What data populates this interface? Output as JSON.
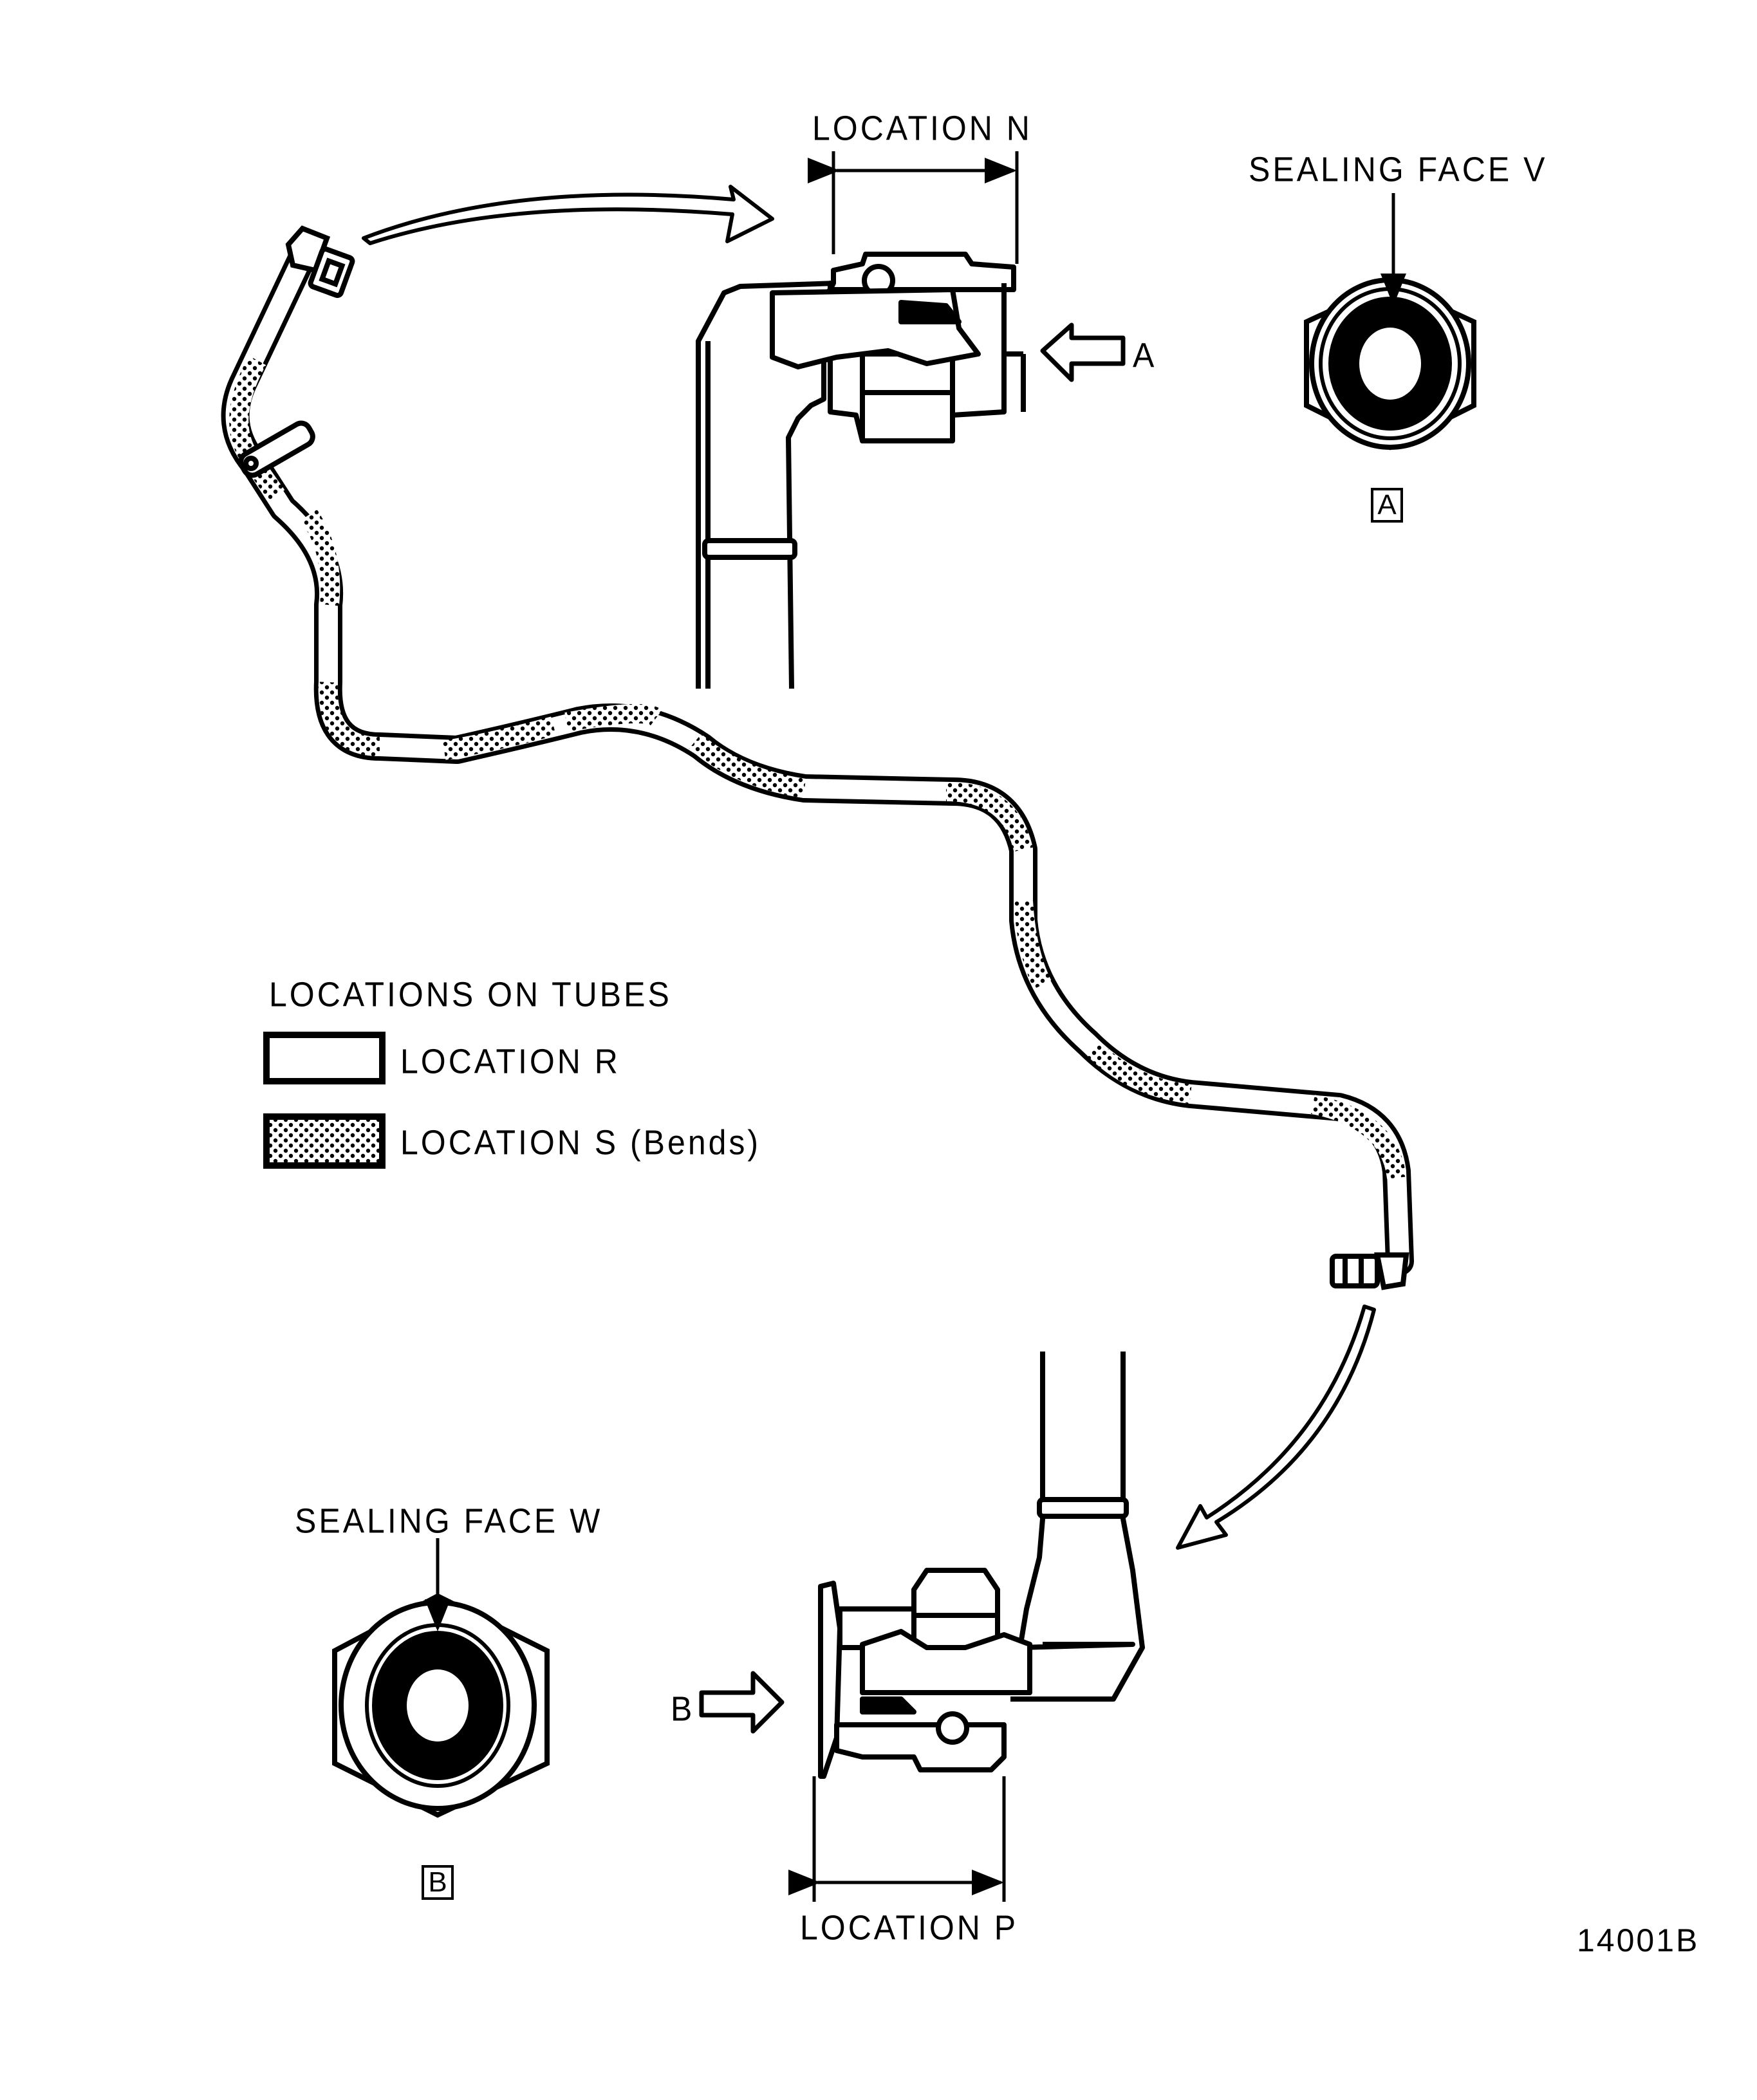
{
  "figure": {
    "id": "14001B",
    "ink_color": "#000000",
    "paper_color": "#ffffff"
  },
  "top_fitting": {
    "dimension_label": "LOCATION N",
    "view_arrow_label": "A"
  },
  "view_a": {
    "caption": "SEALING FACE V",
    "view_tag": "A"
  },
  "bottom_fitting": {
    "dimension_label": "LOCATION P",
    "view_arrow_label": "B"
  },
  "view_b": {
    "caption": "SEALING FACE W",
    "view_tag": "B"
  },
  "legend": {
    "title": "LOCATIONS ON TUBES",
    "items": [
      {
        "swatch": "plain",
        "label": "LOCATION R"
      },
      {
        "swatch": "stippled",
        "label": "LOCATION S (Bends)"
      }
    ]
  }
}
